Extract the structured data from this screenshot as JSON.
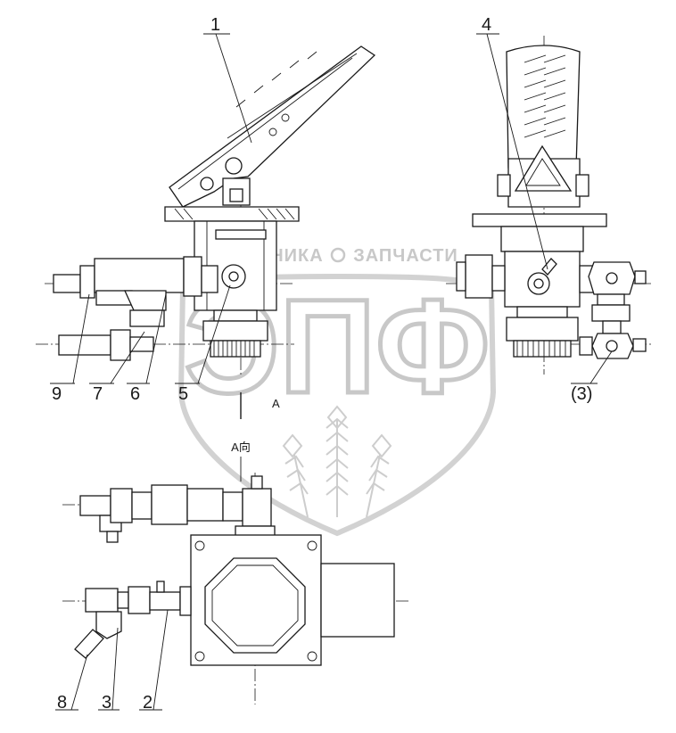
{
  "callouts": {
    "c1": "1",
    "c2": "2",
    "c3": "3",
    "c4": "4",
    "c5": "5",
    "c6": "6",
    "c7": "7",
    "c8": "8",
    "c9": "9",
    "c3p": "(3)"
  },
  "view_labels": {
    "section_mark": "A",
    "view_title": "A向"
  },
  "watermark": {
    "brand_left": "ТЕХНИКА",
    "brand_right": "ЗАПЧАСТИ",
    "logo_text": "ЭПФ"
  }
}
